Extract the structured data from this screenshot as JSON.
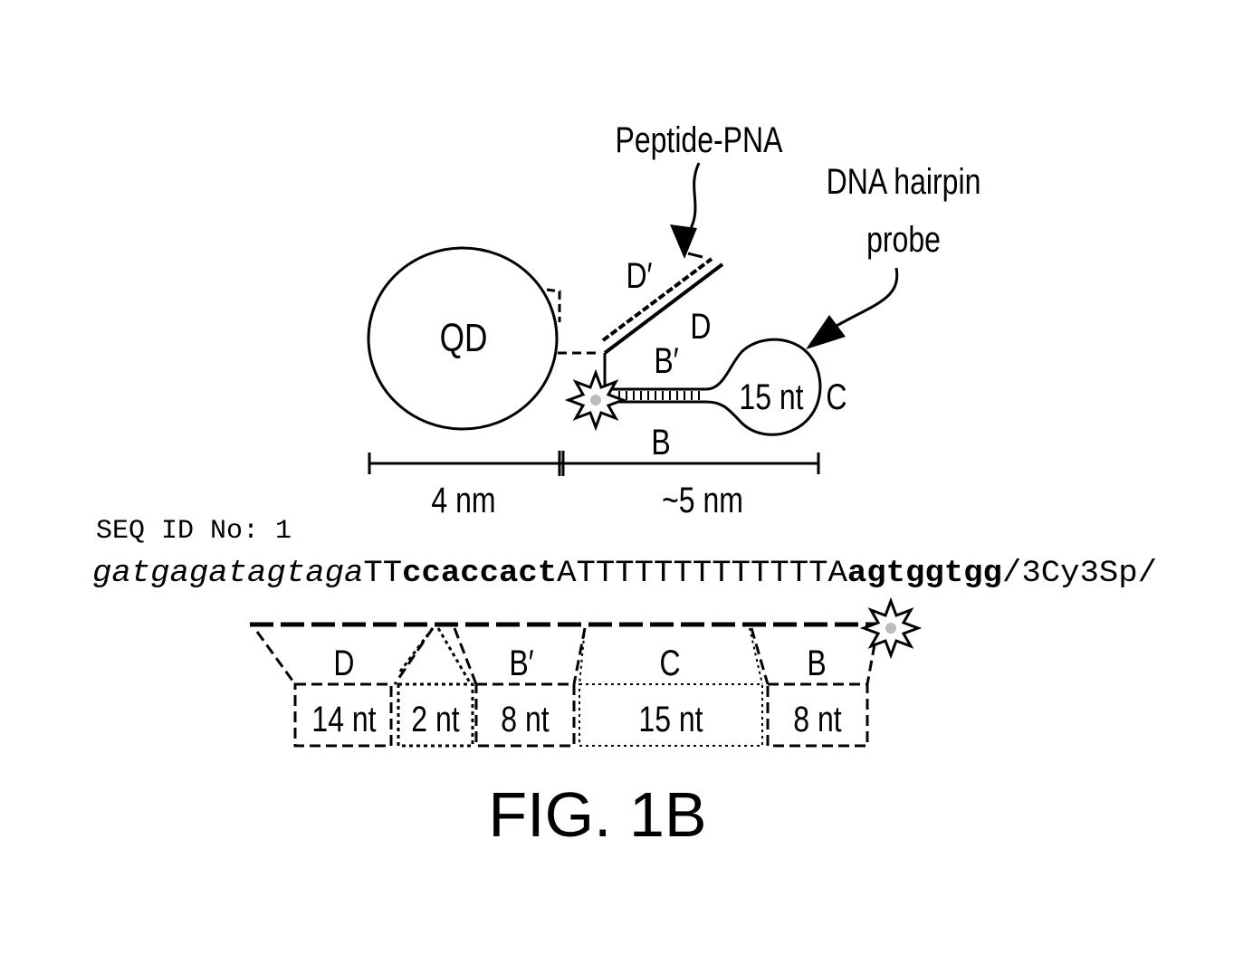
{
  "labels": {
    "peptide_pna": "Peptide-PNA",
    "dna_hairpin_line1": "DNA hairpin",
    "dna_hairpin_line2": "probe",
    "qd": "QD",
    "d_prime_top": "D′",
    "d_top": "D",
    "b_prime_top": "B′",
    "loop_nt": "15 nt",
    "c_top": "C",
    "b_top": "B",
    "scale_left": "4 nm",
    "scale_right": "~5 nm"
  },
  "sequence": {
    "seq_id": "SEQ ID No: 1",
    "part1_italic": "gatgagatagtaga",
    "part2_plain": "TT",
    "part3_bold": "ccaccact",
    "part4_plain": "ATTTTTTTTTTTTTA",
    "part5_bold": "agtggtgg",
    "part6_plain": "/3Cy3Sp/"
  },
  "segments": [
    {
      "letter": "D",
      "length": "14 nt"
    },
    {
      "letter": "",
      "length": "2 nt"
    },
    {
      "letter": "B′",
      "length": "8 nt"
    },
    {
      "letter": "C",
      "length": "15 nt"
    },
    {
      "letter": "B",
      "length": "8 nt"
    }
  ],
  "figure_label": "FIG. 1B"
}
